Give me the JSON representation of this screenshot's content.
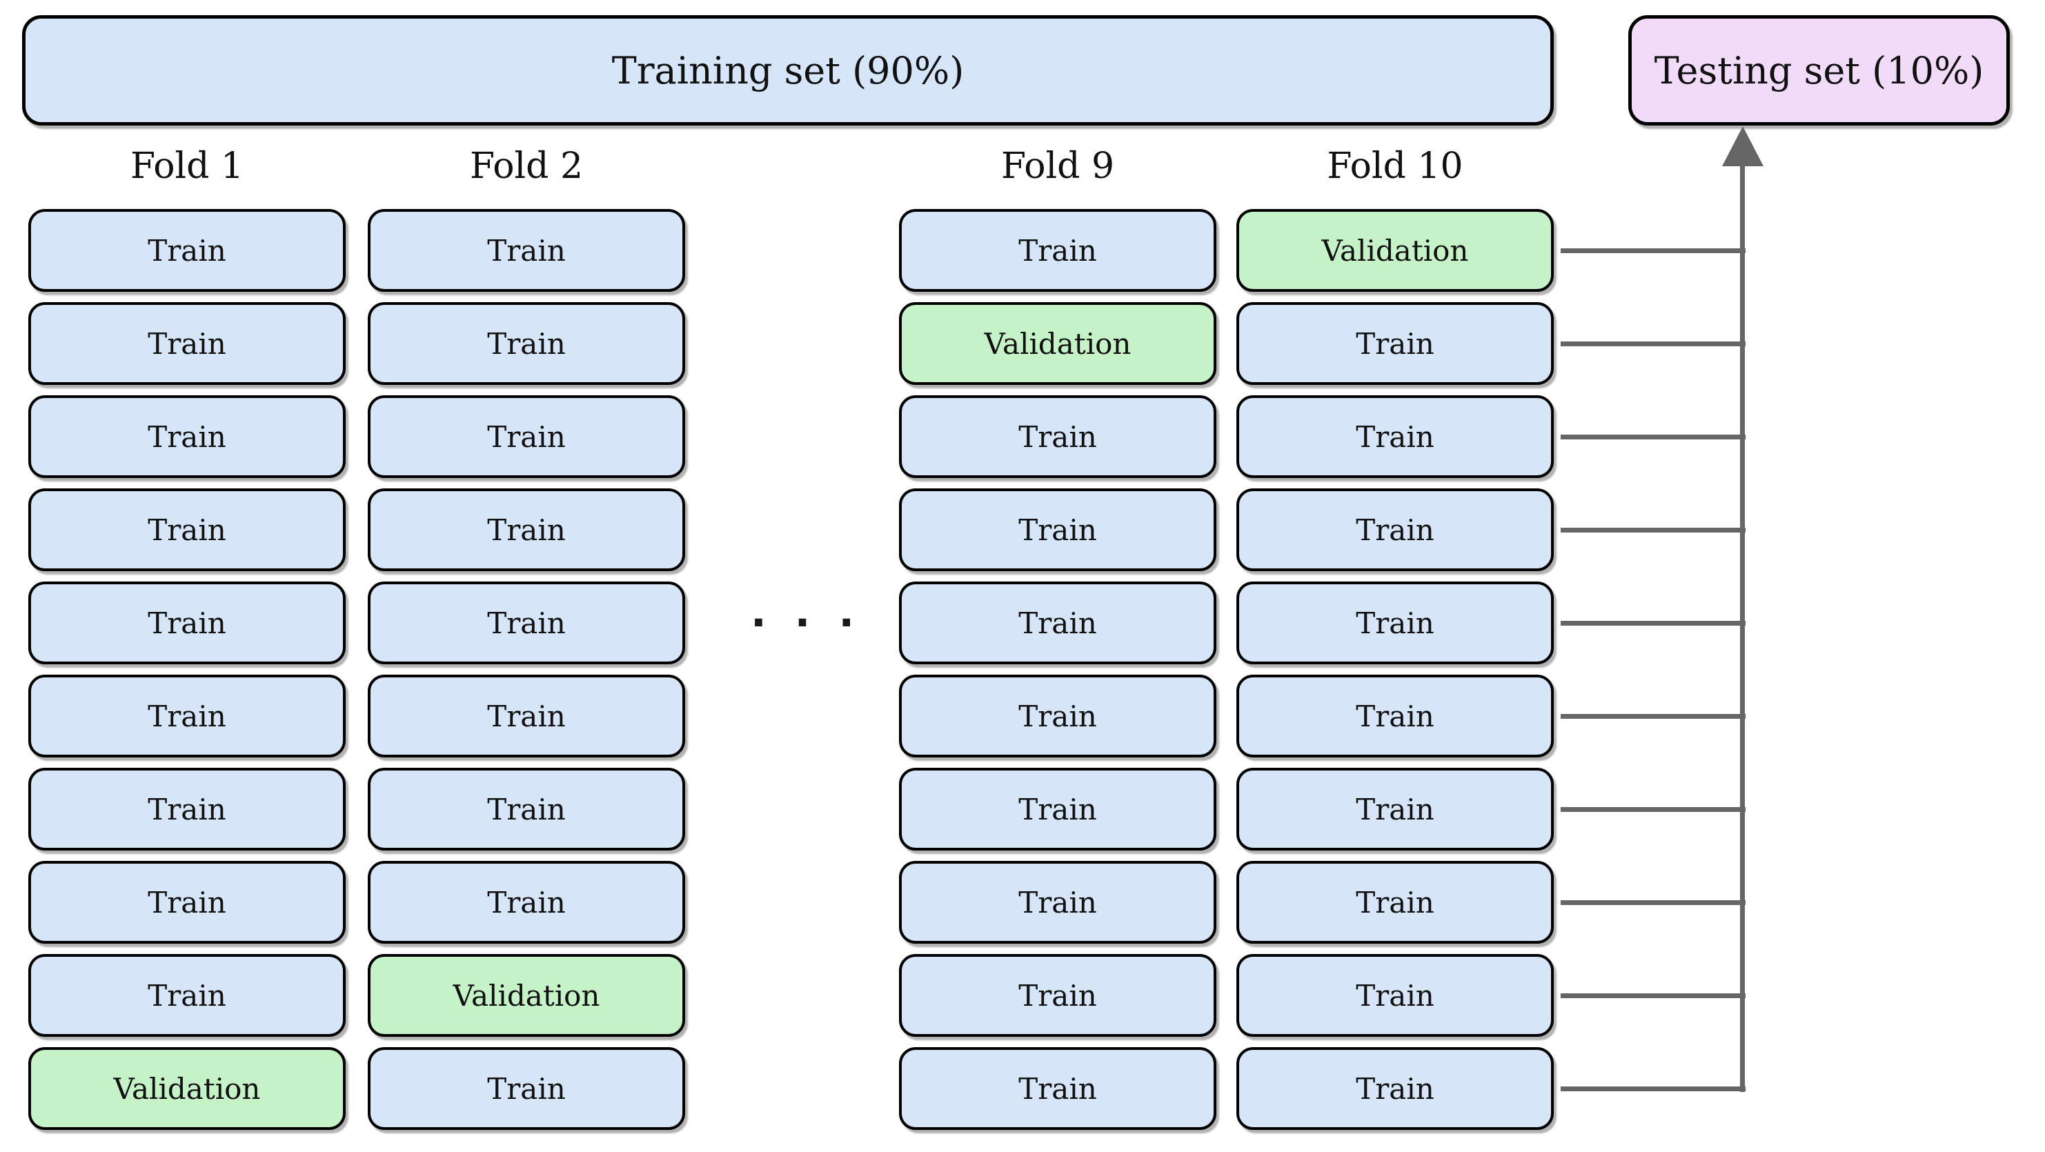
{
  "diagram": {
    "training_box": {
      "label": "Training set (90%)"
    },
    "testing_box": {
      "label": "Testing set (10%)"
    },
    "ellipsis": "· · ·",
    "num_rows": 10,
    "folds": [
      {
        "name": "Fold 1",
        "cells": [
          "Train",
          "Train",
          "Train",
          "Train",
          "Train",
          "Train",
          "Train",
          "Train",
          "Train",
          "Validation"
        ]
      },
      {
        "name": "Fold 2",
        "cells": [
          "Train",
          "Train",
          "Train",
          "Train",
          "Train",
          "Train",
          "Train",
          "Train",
          "Validation",
          "Train"
        ]
      },
      {
        "name": "Fold 9",
        "cells": [
          "Train",
          "Validation",
          "Train",
          "Train",
          "Train",
          "Train",
          "Train",
          "Train",
          "Train",
          "Train"
        ]
      },
      {
        "name": "Fold 10",
        "cells": [
          "Validation",
          "Train",
          "Train",
          "Train",
          "Train",
          "Train",
          "Train",
          "Train",
          "Train",
          "Train"
        ]
      }
    ],
    "colors": {
      "train_fill": "#d7e5f9",
      "validation_fill": "#c6f2c8",
      "training_box_fill": "#d7e5f9",
      "testing_box_fill": "#f2dbf9",
      "border": "#000000",
      "arrow_gray": "#666666"
    }
  }
}
